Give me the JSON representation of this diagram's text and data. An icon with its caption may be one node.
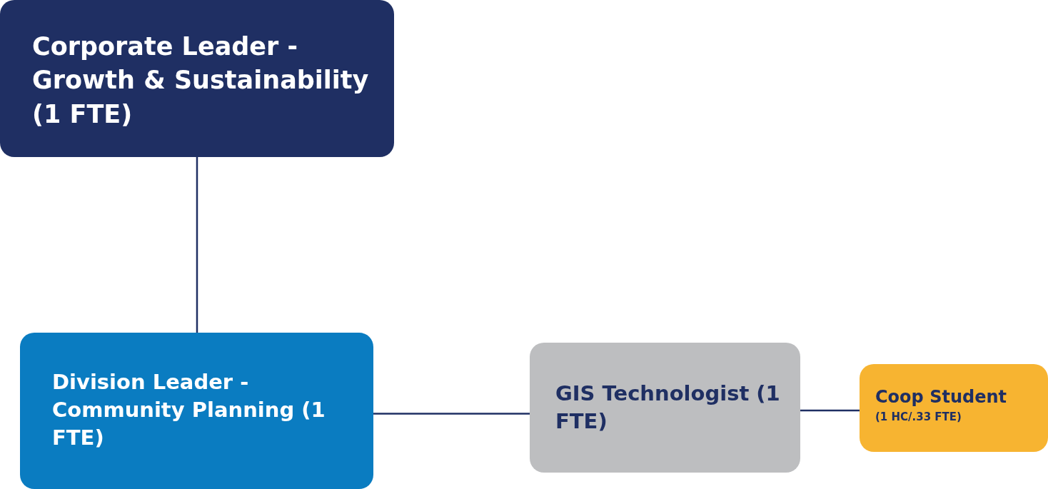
{
  "diagram": {
    "nodes": [
      {
        "text": [
          "Corporate Leader - Growth & Sustainability (1 FTE)"
        ]
      },
      {
        "text": [
          "Division Leader - Community Planning (1 FTE)"
        ]
      },
      {
        "text": [
          "GIS Technologist (1 FTE)"
        ]
      },
      {
        "text": [
          "Coop Student",
          "(1 HC/.33 FTE)"
        ]
      }
    ],
    "edges": [
      {
        "from": 0,
        "to": 1,
        "arrow": "none"
      },
      {
        "from": 1,
        "to": 2,
        "arrow": "none"
      },
      {
        "from": 2,
        "to": 3,
        "arrow": "none"
      }
    ]
  }
}
